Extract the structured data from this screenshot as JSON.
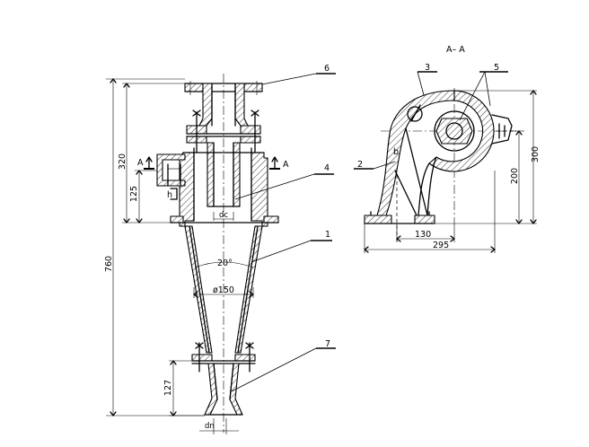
{
  "section_title": "A– A",
  "section_marks": {
    "left": "A",
    "right": "A"
  },
  "part_numbers": {
    "p1": "1",
    "p2": "2",
    "p3": "3",
    "p4": "4",
    "p5": "5",
    "p6": "6",
    "p7": "7"
  },
  "main_view_dims": {
    "overall_height": "760",
    "upper_height": "320",
    "inlet_height": "125",
    "outlet_height": "127",
    "cone_angle": "20°",
    "body_diameter": "ø150",
    "overflow_diameter": "dc",
    "spigot_diameter": "dn",
    "inlet_size": "h"
  },
  "section_view_dims": {
    "total_height": "300",
    "axis_height": "200",
    "axis_offset": "130",
    "base_width": "295",
    "inlet_width": "b"
  },
  "colors": {
    "line": "#000000",
    "background": "#ffffff"
  }
}
